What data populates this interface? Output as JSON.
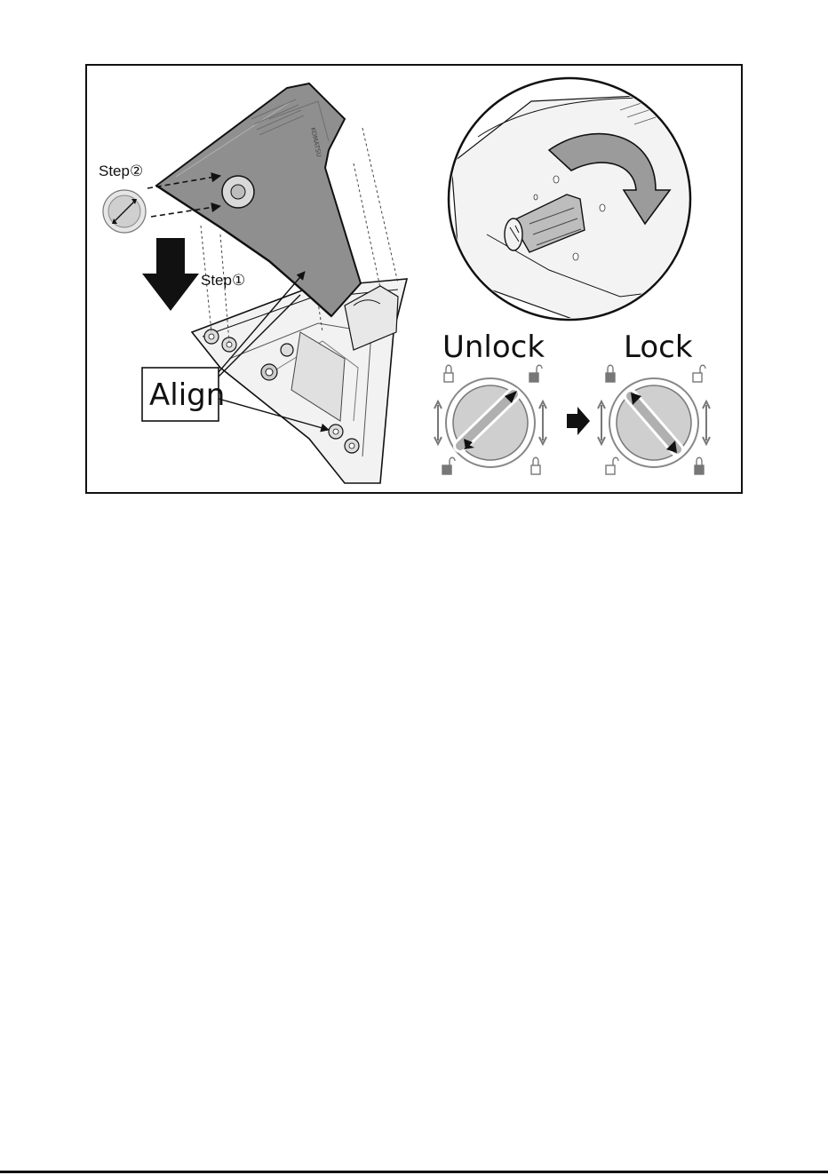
{
  "figure": {
    "step1_label": "Step①",
    "step2_label": "Step②",
    "align_label": "Align",
    "unlock_label": "Unlock",
    "lock_label": "Lock",
    "cover_brand_text": "KOMATSU"
  },
  "colors": {
    "line": "#111111",
    "cover_gray": "#8f8f8f",
    "light_gray": "#cfcfcf",
    "mid_gray": "#b5b5b5"
  }
}
